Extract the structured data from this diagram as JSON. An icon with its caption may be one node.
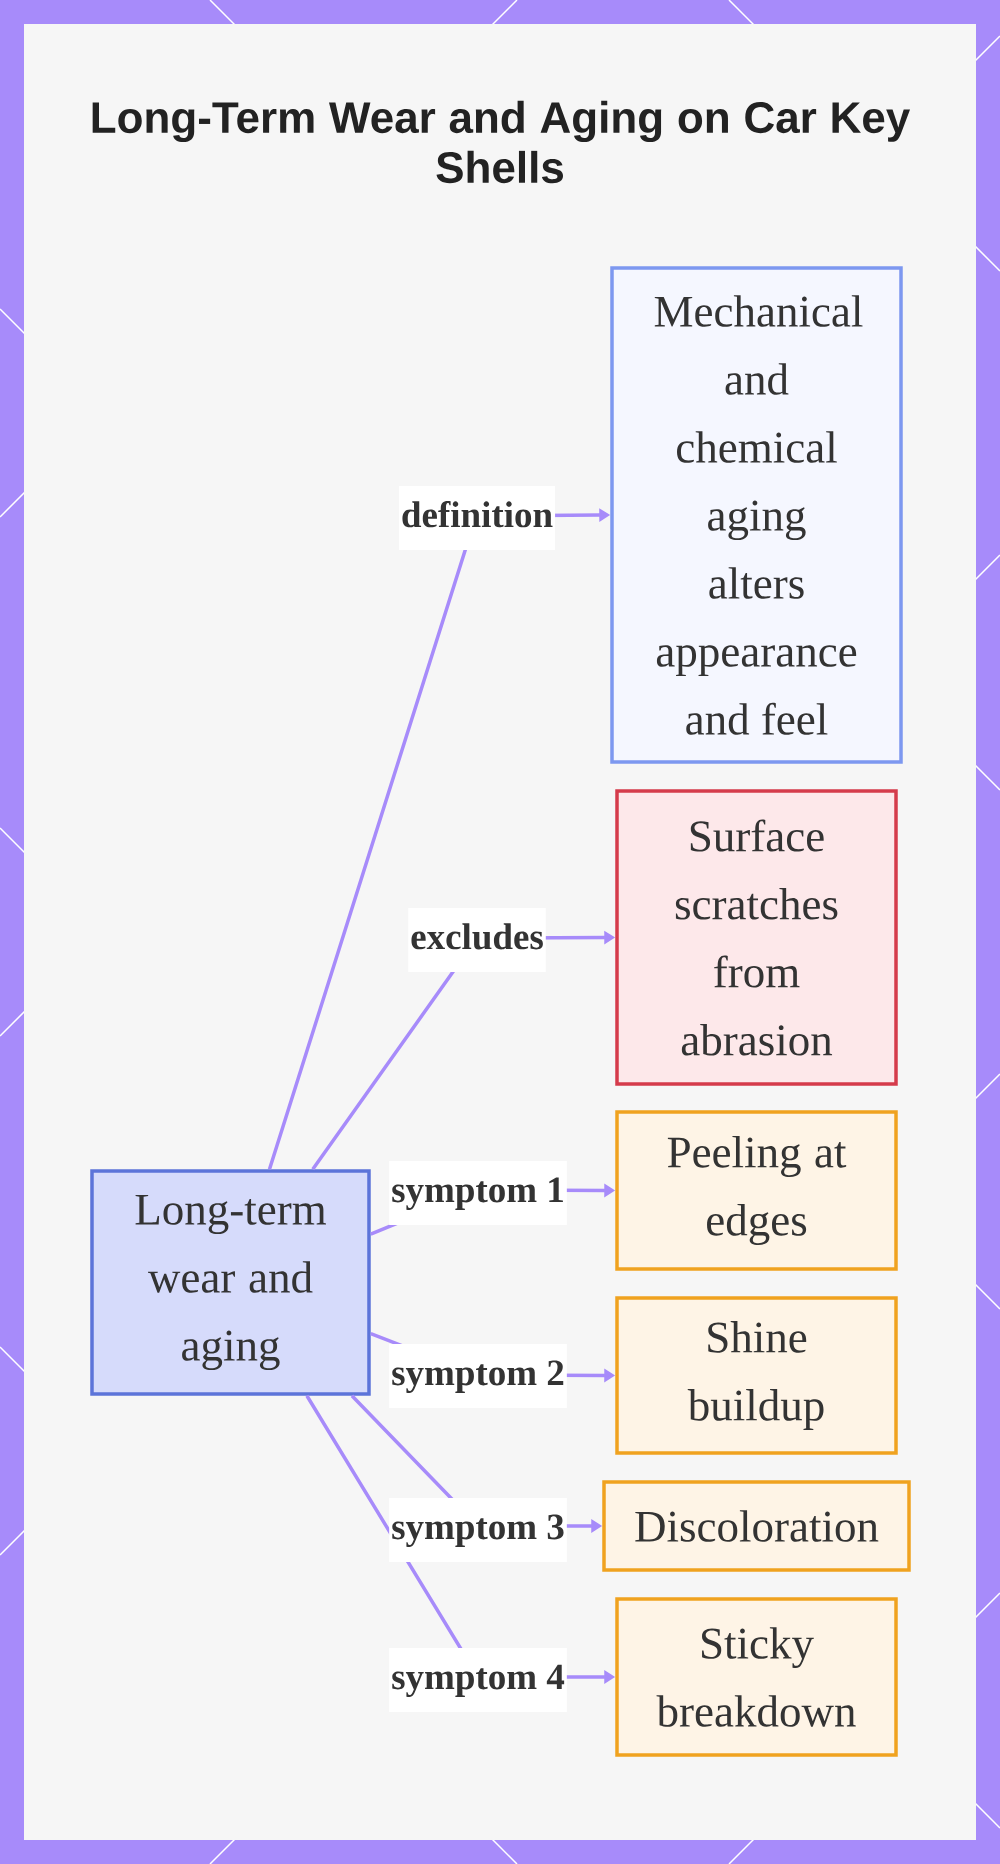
{
  "diagram": {
    "title": "Long-Term Wear and Aging on Car Key Shells",
    "nodes": [
      {
        "text": [
          "Long-term wear and aging"
        ]
      },
      {
        "text": [
          "Mechanical and chemical aging alters appearance and feel"
        ]
      },
      {
        "text": [
          "Surface scratches from abrasion"
        ]
      },
      {
        "text": [
          "Peeling at edges"
        ]
      },
      {
        "text": [
          "Shine buildup"
        ]
      },
      {
        "text": [
          "Discoloration"
        ]
      },
      {
        "text": [
          "Sticky breakdown"
        ]
      }
    ],
    "edges": [
      {
        "from": 0,
        "to": 1,
        "arrow": "to",
        "label": "definition"
      },
      {
        "from": 0,
        "to": 2,
        "arrow": "to",
        "label": "excludes"
      },
      {
        "from": 0,
        "to": 3,
        "arrow": "to",
        "label": "symptom 1"
      },
      {
        "from": 0,
        "to": 4,
        "arrow": "to",
        "label": "symptom 2"
      },
      {
        "from": 0,
        "to": 5,
        "arrow": "to",
        "label": "symptom 3"
      },
      {
        "from": 0,
        "to": 6,
        "arrow": "to",
        "label": "symptom 4"
      }
    ]
  }
}
